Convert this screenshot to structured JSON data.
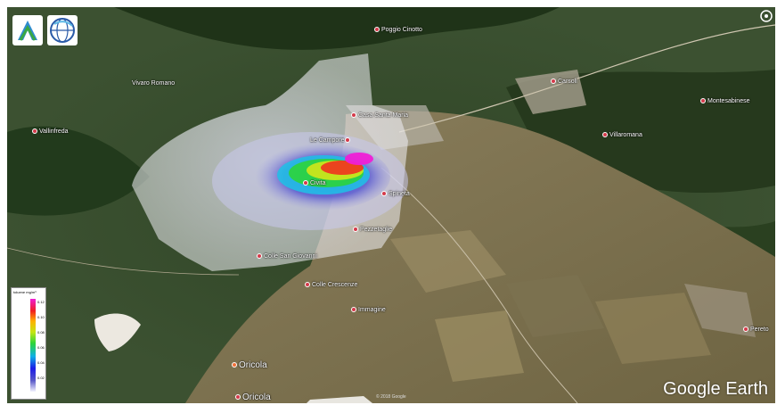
{
  "places": [
    {
      "id": "poggio-cinotto",
      "label": "Poggio Cinotto",
      "big": false
    },
    {
      "id": "vivaro-romano",
      "label": "Vivaro Romano",
      "big": false
    },
    {
      "id": "carsoli",
      "label": "Carsoli",
      "big": false
    },
    {
      "id": "vallinfreda",
      "label": "Vallinfreda",
      "big": false
    },
    {
      "id": "santa-maria",
      "label": "Casa Santa Maria",
      "big": false
    },
    {
      "id": "le-campore",
      "label": "Le Campore",
      "big": false
    },
    {
      "id": "civita",
      "label": "Civita",
      "big": false
    },
    {
      "id": "spineta",
      "label": "Spineta",
      "big": false
    },
    {
      "id": "villaromana",
      "label": "Villaromana",
      "big": false
    },
    {
      "id": "montesabinese",
      "label": "Montesabinese",
      "big": false
    },
    {
      "id": "pezzetaglie",
      "label": "Pezzetaglie",
      "big": false
    },
    {
      "id": "colle-san-giovanni",
      "label": "Colle San Giovanni",
      "big": false
    },
    {
      "id": "colle-crescenze",
      "label": "Colle Crescenze",
      "big": false
    },
    {
      "id": "immagine",
      "label": "Immagine",
      "big": false
    },
    {
      "id": "oricola-1",
      "label": "Oricola",
      "big": true
    },
    {
      "id": "oricola-2",
      "label": "Oricola",
      "big": true
    },
    {
      "id": "pereto",
      "label": "Pereto",
      "big": false
    }
  ],
  "legend": {
    "title": "toluene mg/m³",
    "ticks": [
      "0.12",
      "0.10",
      "0.08",
      "0.06",
      "0.04",
      "0.02"
    ],
    "colors": [
      "#f2f2ff",
      "#1c1ce6",
      "#0fb0e6",
      "#2cd43a",
      "#c4e612",
      "#ffb000",
      "#f01e1e",
      "#f01ed6"
    ]
  },
  "branding": {
    "google_earth": "Google Earth",
    "copyright": "© 2018 Google"
  },
  "icons": [
    "agency-logo-icon",
    "globe-logo-icon",
    "compass-icon"
  ]
}
